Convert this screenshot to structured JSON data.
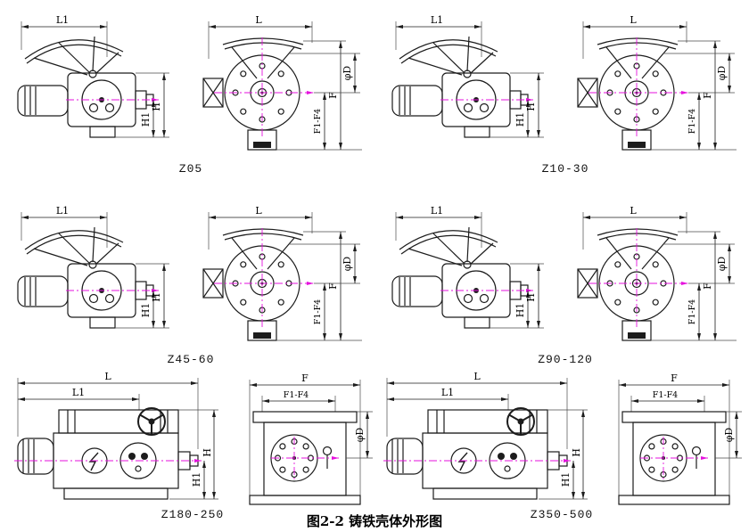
{
  "caption": "图2-2 铸铁壳体外形图",
  "dims": {
    "l1": "L1",
    "l": "L",
    "h": "H",
    "h1": "H1",
    "f": "F",
    "f1f4": "F1-F4",
    "phid": "φD"
  },
  "panels": [
    {
      "model": "Z05"
    },
    {
      "model": "Z10-30"
    },
    {
      "model": "Z45-60"
    },
    {
      "model": "Z90-120"
    },
    {
      "model": "Z180-250"
    },
    {
      "model": "Z350-500"
    }
  ],
  "colors": {
    "line": "#1c1c1c",
    "centerline": "#e512dd",
    "background": "#ffffff"
  }
}
